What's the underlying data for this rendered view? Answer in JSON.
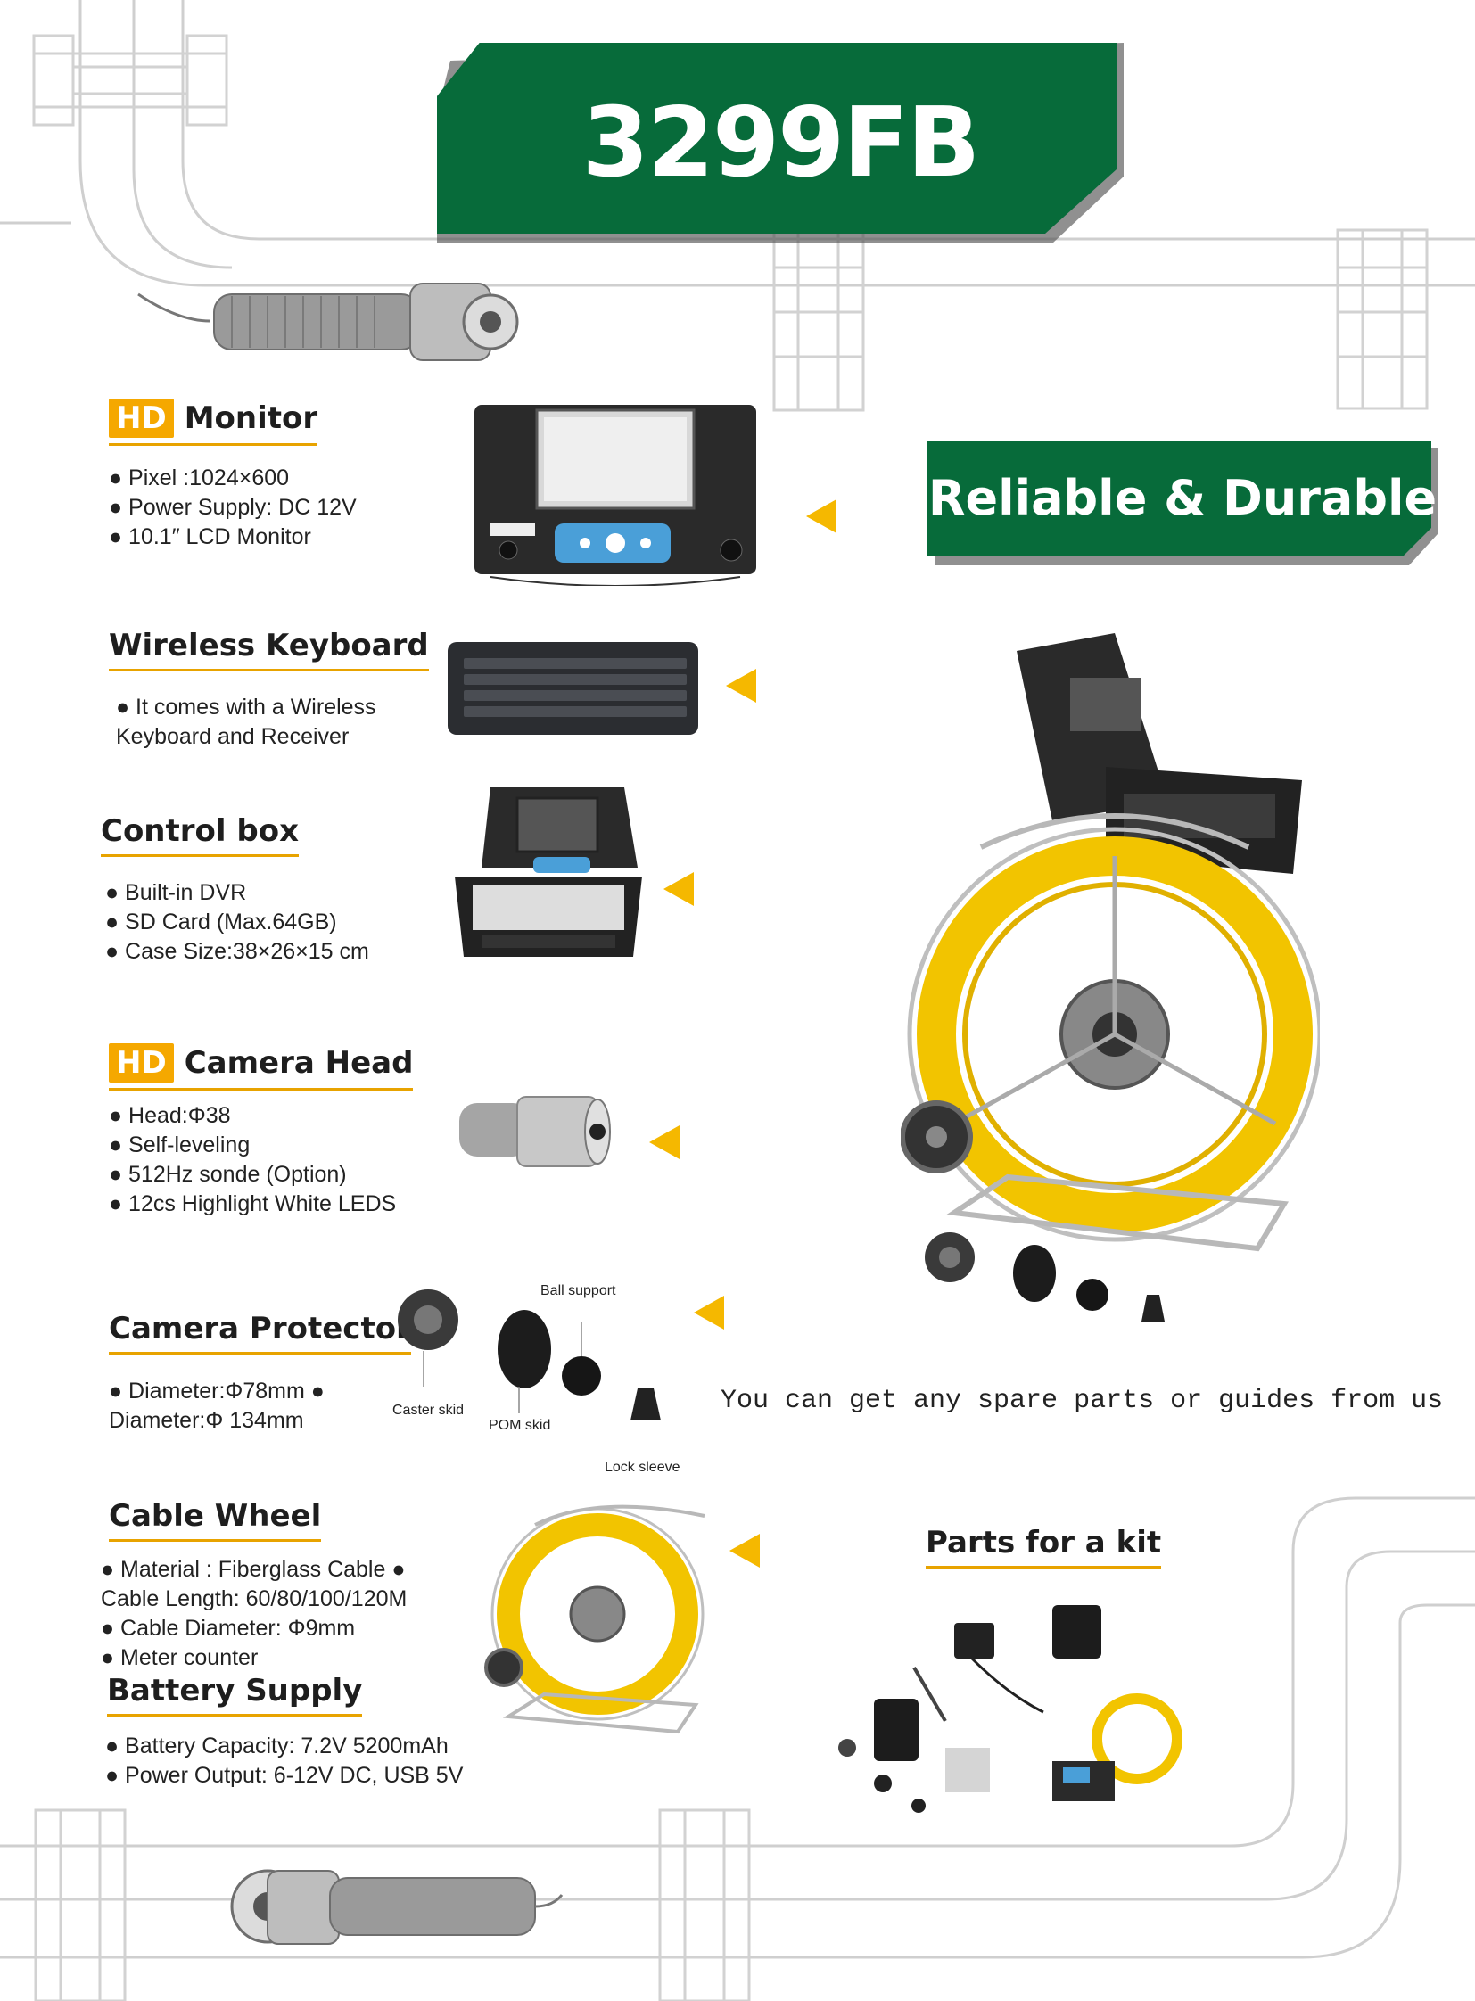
{
  "title": "3299FB",
  "tagline": "Reliable & Durable",
  "colors": {
    "banner_green": "#076b3a",
    "accent_yellow": "#f5a800",
    "cable_yellow": "#f2c400"
  },
  "sections": {
    "monitor": {
      "badge": "HD",
      "heading": "Monitor",
      "bullets": [
        "● Pixel :1024×600",
        "● Power Supply: DC 12V",
        "● 10.1″  LCD Monitor"
      ]
    },
    "keyboard": {
      "heading": "Wireless Keyboard",
      "bullets": [
        "● It comes with a Wireless",
        "Keyboard and Receiver"
      ]
    },
    "control_box": {
      "heading": "Control box",
      "bullets": [
        "● Built-in DVR",
        "● SD Card (Max.64GB)",
        "● Case Size:38×26×15 cm"
      ]
    },
    "camera_head": {
      "badge": "HD",
      "heading": "Camera Head",
      "bullets": [
        "● Head:Φ38",
        "● Self-leveling",
        "● 512Hz sonde (Option)",
        "● 12cs Highlight White LEDS"
      ]
    },
    "camera_protector": {
      "heading": "Camera Protector",
      "bullets": [
        "● Diameter:Φ78mm ●",
        "Diameter:Φ 134mm"
      ]
    },
    "cable_wheel": {
      "heading": "Cable Wheel",
      "bullets": [
        "● Material : Fiberglass Cable ●",
        "Cable Length: 60/80/100/120M",
        "● Cable Diameter: Φ9mm",
        "● Meter counter"
      ]
    },
    "battery": {
      "heading": "Battery Supply",
      "bullets": [
        "● Battery Capacity: 7.2V 5200mAh",
        "● Power Output: 6-12V DC, USB 5V"
      ]
    },
    "kit": {
      "heading": "Parts for a kit"
    }
  },
  "protector_labels": {
    "ball_support": "Ball support",
    "caster_skid": "Caster skid",
    "pom_skid": "POM skid",
    "lock_sleeve": "Lock sleeve"
  },
  "spare_note": "You can get any spare parts or guides from us",
  "icons": [
    "monitor-icon",
    "keyboard-icon",
    "control-box-icon",
    "camera-head-icon",
    "cable-reel-icon",
    "arrow-left-icon"
  ]
}
